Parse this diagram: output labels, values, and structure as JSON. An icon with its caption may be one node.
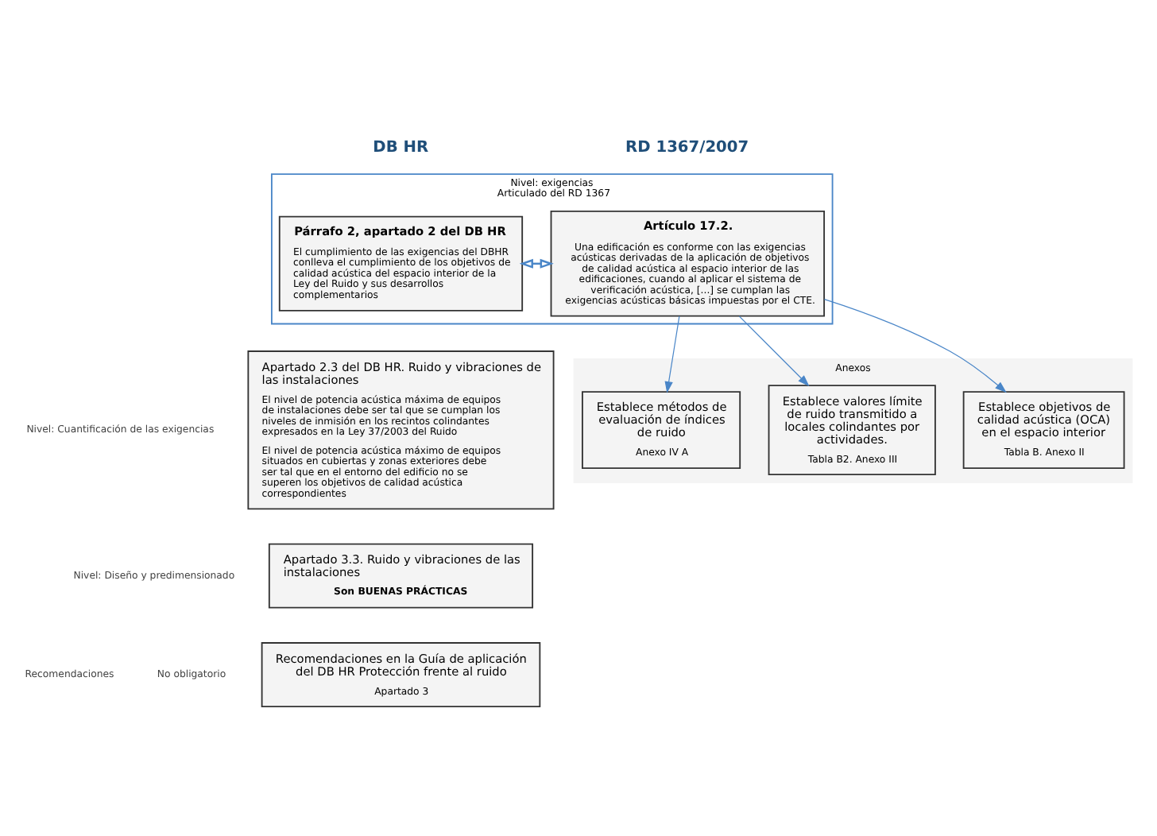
{
  "diagram": {
    "nodes": [
      {
        "text": [
          "Nivel: exigencias",
          "Articulado del RD 1367"
        ]
      },
      {
        "text": [
          "Párrafo 2, apartado 2 del DB HR",
          "El cumplimiento de las exigencias del DBHR conlleva el cumplimiento de los objetivos de calidad acústica del espacio interior de la Ley del Ruido y sus desarrollos complementarios"
        ],
        "in": 0
      },
      {
        "text": [
          "Artículo 17.2.",
          "Una edificación es conforme con las exigencias acústicas derivadas de la aplicación de objetivos de calidad acústica al espacio interior de las edificaciones, cuando al aplicar el sistema de verificación acústica, [...] se cumplan las exigencias acústicas básicas impuestas por el CTE."
        ],
        "in": 0
      },
      {
        "text": [
          "Apartado 2.3 del DB HR. Ruido y vibraciones de las instalaciones",
          "El nivel de potencia acústica máxima de equipos de instalaciones debe ser tal que se cumplan los niveles de inmisión en los recintos colindantes expresados en la Ley 37/2003 del Ruido",
          "El nivel de potencia acústica máximo de equipos situados en cubiertas y zonas exteriores debe ser tal que en el entorno del edificio no se superen los objetivos de calidad acústica correspondientes"
        ]
      },
      {
        "text": [
          "Apartado 3.3. Ruido y vibraciones de las instalaciones",
          "Son BUENAS PRÁCTICAS"
        ]
      },
      {
        "text": [
          "Recomendaciones en la Guía de aplicación del DB HR Protección frente al ruido",
          "Apartado 3"
        ]
      },
      {
        "text": [
          "Anexos"
        ]
      },
      {
        "text": [
          "Establece objetivos de calidad acústica (OCA) en el espacio interior",
          "Tabla B. Anexo II"
        ],
        "in": 6
      },
      {
        "text": [
          "Establece valores límite de ruido transmitido a locales colindantes por actividades.",
          "Tabla B2. Anexo III"
        ],
        "in": 6
      },
      {
        "text": [
          "Establece métodos de evaluación de índices de ruido",
          "Anexo IV A"
        ],
        "in": 6
      }
    ],
    "edges": [
      {
        "from": 1,
        "to": 2,
        "arrow": "both"
      },
      {
        "from": 2,
        "to": 7,
        "arrow": "to"
      },
      {
        "from": 2,
        "to": 8,
        "arrow": "to"
      },
      {
        "from": 2,
        "to": 9,
        "arrow": "to"
      }
    ],
    "labels": [
      "DB HR",
      "RD 1367/2007",
      "Nivel: Cuantificación de las exigencias",
      "Nivel: Diseño y predimensionado",
      "Recomendaciones",
      "No obligatorio"
    ]
  }
}
